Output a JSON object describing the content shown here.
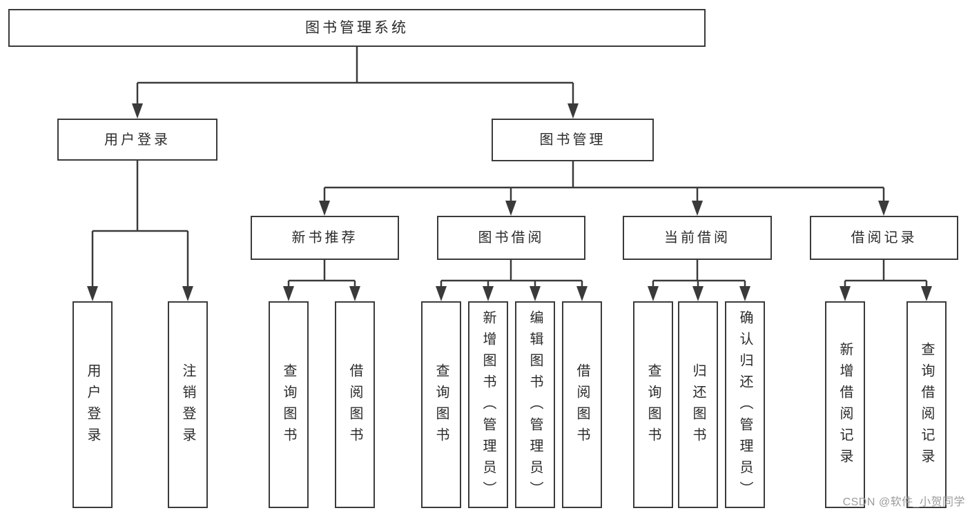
{
  "diagram_title": "图书管理系统",
  "tree": {
    "root": "图书管理系统",
    "branches": [
      {
        "label": "用户登录",
        "leaves": [
          "用户登录",
          "注销登录"
        ]
      },
      {
        "label": "图书管理",
        "groups": [
          {
            "label": "新书推荐",
            "leaves": [
              "查询图书",
              "借阅图书"
            ]
          },
          {
            "label": "图书借阅",
            "leaves": [
              "查询图书",
              "新增图书（管理员）",
              "编辑图书（管理员）",
              "借阅图书"
            ]
          },
          {
            "label": "当前借阅",
            "leaves": [
              "查询图书",
              "归还图书",
              "确认归还（管理员）"
            ]
          },
          {
            "label": "借阅记录",
            "leaves": [
              "新增借阅记录",
              "查询借阅记录"
            ]
          }
        ]
      }
    ]
  },
  "watermark": "CSDN @软件_小贺同学",
  "colors": {
    "line": "#3a3a3a",
    "text": "#2b2b2b",
    "background": "#ffffff",
    "watermark": "#9b9b9b"
  }
}
